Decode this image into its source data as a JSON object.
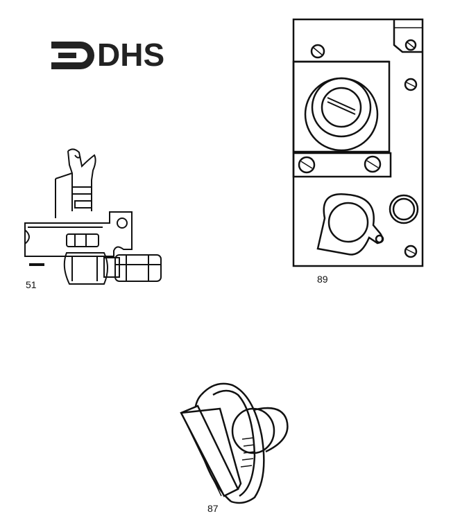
{
  "logo": {
    "text": "DHS"
  },
  "parts": [
    {
      "number": "51"
    },
    {
      "number": "89"
    },
    {
      "number": "87"
    }
  ]
}
